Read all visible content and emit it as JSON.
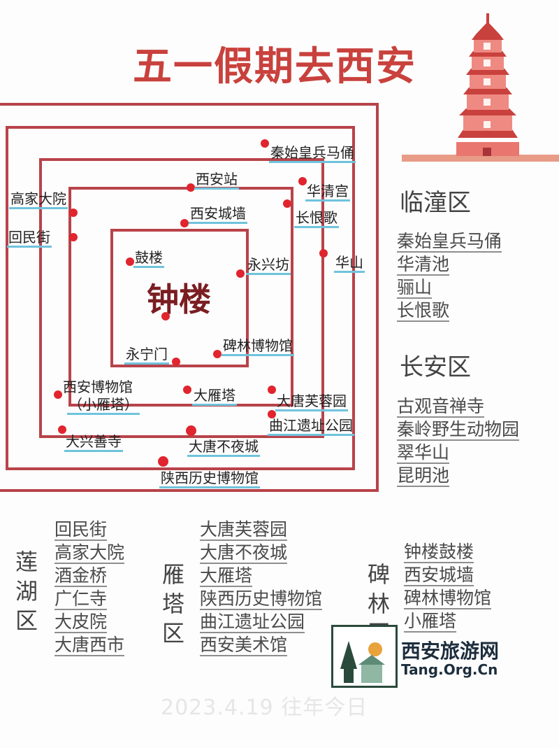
{
  "title": "五一假期去西安",
  "center": "钟楼",
  "map_places": {
    "qinshihuang": "秦始皇兵马俑",
    "xian_station": "西安站",
    "huaqing": "华清宫",
    "gaojia": "高家大院",
    "city_wall": "西安城墙",
    "changhen": "长恨歌",
    "huimin": "回民街",
    "gulou": "鼓楼",
    "yongxing": "永兴坊",
    "huashan": "华山",
    "beilin": "碑林博物馆",
    "yongning": "永宁门",
    "xian_museum": "西安博物馆",
    "xiaoyan": "（小雁塔）",
    "dayan": "大雁塔",
    "furong": "大唐芙蓉园",
    "qujiang": "曲江遗址公园",
    "daxingshan": "大兴善寺",
    "budaye": "大唐不夜城",
    "shaanxi_museum": "陕西历史博物馆"
  },
  "districts": {
    "lintong": {
      "name": "临潼区",
      "items": [
        "秦始皇兵马俑",
        "华清池",
        "骊山",
        "长恨歌"
      ]
    },
    "changan": {
      "name": "长安区",
      "items": [
        "古观音禅寺",
        "秦岭野生动物园",
        "翠华山",
        "昆明池"
      ]
    },
    "lianhu": {
      "name": "莲湖区",
      "items": [
        "回民街",
        "高家大院",
        "酒金桥",
        "广仁寺",
        "大皮院",
        "大唐西市"
      ]
    },
    "yanta": {
      "name": "雁塔区",
      "items": [
        "大唐芙蓉园",
        "大唐不夜城",
        "大雁塔",
        "陕西历史博物馆",
        "曲江遗址公园",
        "西安美术馆"
      ]
    },
    "beilin": {
      "name": "碑林区",
      "items": [
        "钟楼鼓楼",
        "西安城墙",
        "碑林博物馆",
        "小雁塔"
      ]
    }
  },
  "watermark": {
    "name": "西安旅游网",
    "url": "Tang.Org.Cn"
  },
  "faded_text": "2023.4.19 往年今日",
  "colors": {
    "title": "#c9413d",
    "ring": "#b8434a",
    "dot": "#e0252e",
    "underline": "#6fc3dc",
    "center": "#7a1e22"
  }
}
